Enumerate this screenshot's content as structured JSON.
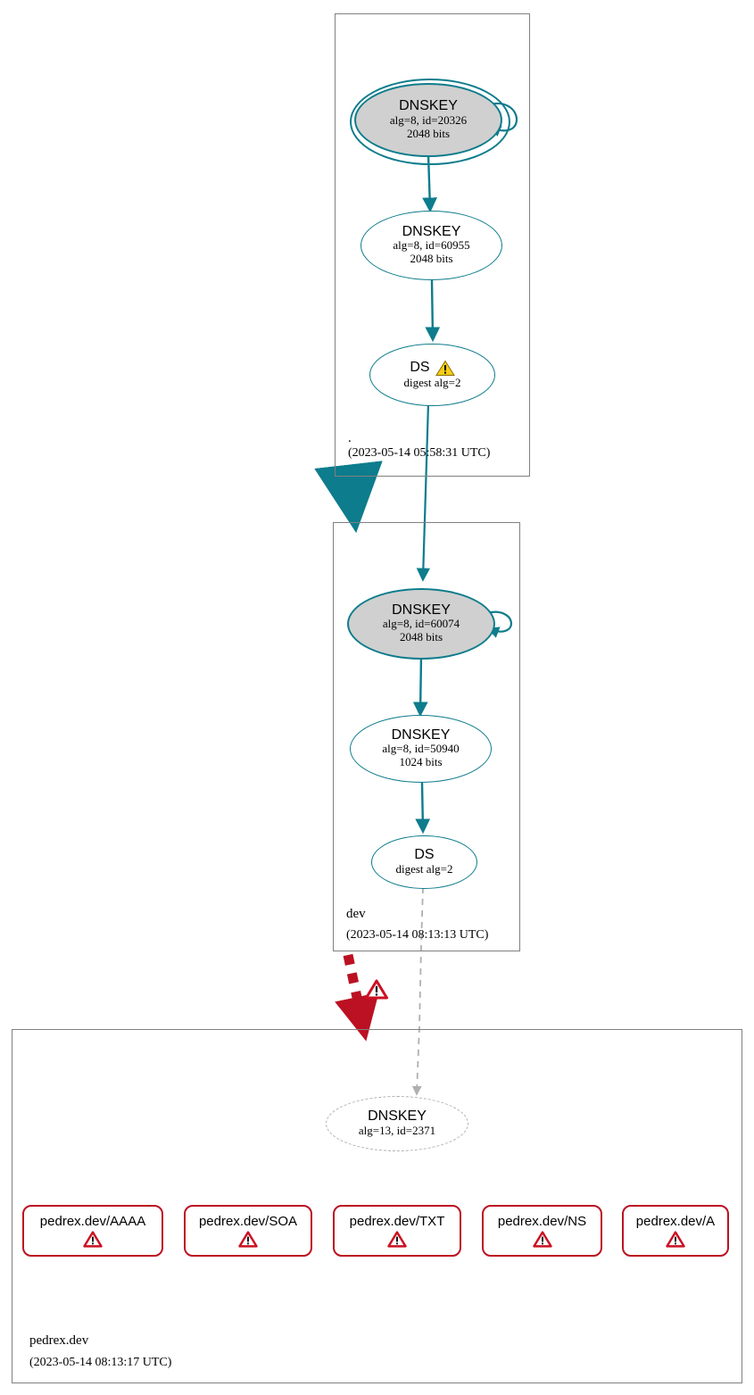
{
  "diagram": {
    "type": "dnssec-authentication-chain",
    "colors": {
      "secure_teal": "#0d7c8c",
      "node_fill_ksk": "#d0d0d0",
      "error_red": "#bb1122",
      "bogus_red": "#cc1122",
      "insecure_gray": "#b0b0b0",
      "zone_border": "#808080",
      "warning_yellow": "#f5cd19"
    }
  },
  "zones": [
    {
      "id": "root",
      "label": ".",
      "timestamp": "(2023-05-14 05:58:31 UTC)",
      "nodes": [
        {
          "id": "root-ksk",
          "kind": "DNSKEY",
          "title": "DNSKEY",
          "line2": "alg=8, id=20326",
          "line3": "2048 bits",
          "style": "double-ellipse-filled",
          "self_signed": true,
          "status": "secure"
        },
        {
          "id": "root-zsk",
          "kind": "DNSKEY",
          "title": "DNSKEY",
          "line2": "alg=8, id=60955",
          "line3": "2048 bits",
          "style": "ellipse",
          "self_signed": false,
          "status": "secure"
        },
        {
          "id": "root-ds",
          "kind": "DS",
          "title": "DS",
          "line2": "digest alg=2",
          "line3": "",
          "style": "ellipse",
          "warning": "warning-triangle-yellow",
          "status": "secure-with-warning"
        }
      ]
    },
    {
      "id": "dev",
      "label": "dev",
      "timestamp": "(2023-05-14 08:13:13 UTC)",
      "nodes": [
        {
          "id": "dev-ksk",
          "kind": "DNSKEY",
          "title": "DNSKEY",
          "line2": "alg=8, id=60074",
          "line3": "2048 bits",
          "style": "ellipse-filled",
          "self_signed": true,
          "status": "secure"
        },
        {
          "id": "dev-zsk",
          "kind": "DNSKEY",
          "title": "DNSKEY",
          "line2": "alg=8, id=50940",
          "line3": "1024 bits",
          "style": "ellipse",
          "self_signed": false,
          "status": "secure"
        },
        {
          "id": "dev-ds",
          "kind": "DS",
          "title": "DS",
          "line2": "digest alg=2",
          "line3": "",
          "style": "ellipse",
          "status": "secure"
        }
      ]
    },
    {
      "id": "pedrex-dev",
      "label": "pedrex.dev",
      "timestamp": "(2023-05-14 08:13:17 UTC)",
      "nodes": [
        {
          "id": "pedrex-dnskey",
          "kind": "DNSKEY",
          "title": "DNSKEY",
          "line2": "alg=13, id=2371",
          "line3": "",
          "style": "dashed-ellipse",
          "status": "insecure"
        }
      ],
      "rrsets": [
        {
          "id": "rrset-aaaa",
          "label": "pedrex.dev/AAAA",
          "status": "bogus",
          "icon": "error-triangle-red"
        },
        {
          "id": "rrset-soa",
          "label": "pedrex.dev/SOA",
          "status": "bogus",
          "icon": "error-triangle-red"
        },
        {
          "id": "rrset-txt",
          "label": "pedrex.dev/TXT",
          "status": "bogus",
          "icon": "error-triangle-red"
        },
        {
          "id": "rrset-ns",
          "label": "pedrex.dev/NS",
          "status": "bogus",
          "icon": "error-triangle-red"
        },
        {
          "id": "rrset-a",
          "label": "pedrex.dev/A",
          "status": "bogus",
          "icon": "error-triangle-red"
        }
      ]
    }
  ],
  "edges": [
    {
      "id": "edge-root-ksk-self",
      "from": "root-ksk",
      "to": "root-ksk",
      "style": "solid-teal-selfloop"
    },
    {
      "id": "edge-root-ksk-zsk",
      "from": "root-ksk",
      "to": "root-zsk",
      "style": "solid-teal"
    },
    {
      "id": "edge-root-zsk-ds",
      "from": "root-zsk",
      "to": "root-ds",
      "style": "solid-teal"
    },
    {
      "id": "edge-root-ds-dev-ksk",
      "from": "root-ds",
      "to": "dev-ksk",
      "style": "solid-teal"
    },
    {
      "id": "edge-root-zone-dev-zone",
      "from": "root",
      "to": "dev",
      "style": "thick-teal-delegation"
    },
    {
      "id": "edge-dev-ksk-self",
      "from": "dev-ksk",
      "to": "dev-ksk",
      "style": "solid-teal-selfloop"
    },
    {
      "id": "edge-dev-ksk-zsk",
      "from": "dev-ksk",
      "to": "dev-zsk",
      "style": "solid-teal"
    },
    {
      "id": "edge-dev-zsk-ds",
      "from": "dev-zsk",
      "to": "dev-ds",
      "style": "solid-teal"
    },
    {
      "id": "edge-dev-ds-pedrex-dnskey",
      "from": "dev-ds",
      "to": "pedrex-dnskey",
      "style": "dashed-gray"
    },
    {
      "id": "edge-dev-zone-pedrex-zone",
      "from": "dev",
      "to": "pedrex-dev",
      "style": "thick-dashed-red-bogus",
      "icon": "error-triangle-red"
    }
  ]
}
